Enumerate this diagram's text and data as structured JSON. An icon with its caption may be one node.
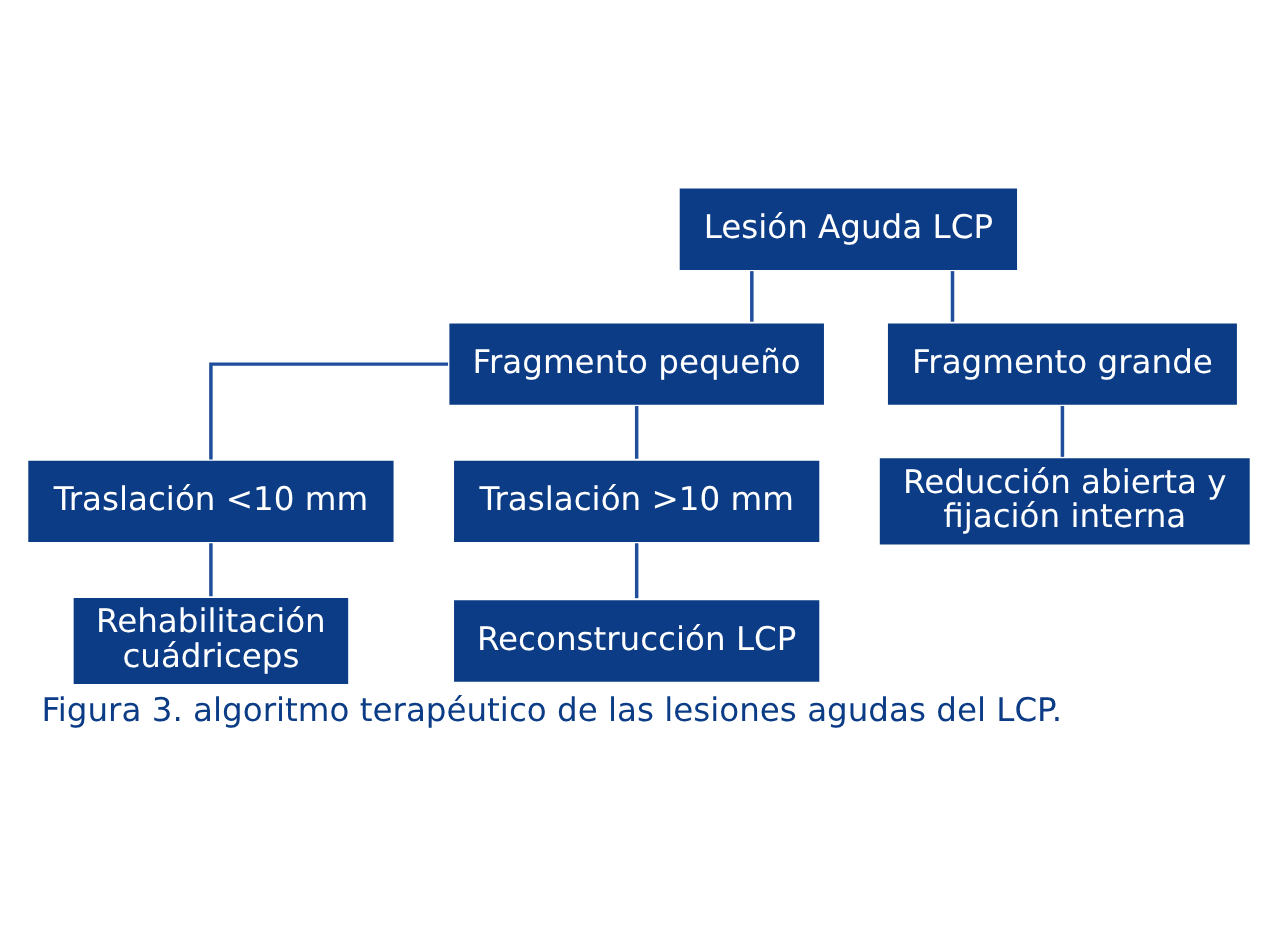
{
  "diagram": {
    "caption": "Figura 3. algoritmo terapéutico de las lesiones agudas del LCP.",
    "nodes": [
      {
        "text": [
          "Lesión Aguda LCP"
        ]
      },
      {
        "text": [
          "Fragmento pequeño"
        ]
      },
      {
        "text": [
          "Fragmento grande"
        ]
      },
      {
        "text": [
          "Traslación <10 mm"
        ]
      },
      {
        "text": [
          "Traslación >10 mm"
        ]
      },
      {
        "text": [
          "Rehabilitación cuádriceps"
        ]
      },
      {
        "text": [
          "Reconstrucción LCP"
        ]
      },
      {
        "text": [
          "Reducción abierta y fijación interna"
        ]
      }
    ],
    "edges": [
      {
        "from": 0,
        "to": 1,
        "arrow": "none"
      },
      {
        "from": 0,
        "to": 2,
        "arrow": "none"
      },
      {
        "from": 1,
        "to": 3,
        "arrow": "none"
      },
      {
        "from": 1,
        "to": 4,
        "arrow": "none"
      },
      {
        "from": 3,
        "to": 5,
        "arrow": "none"
      },
      {
        "from": 4,
        "to": 6,
        "arrow": "none"
      },
      {
        "from": 2,
        "to": 7,
        "arrow": "none"
      }
    ]
  }
}
